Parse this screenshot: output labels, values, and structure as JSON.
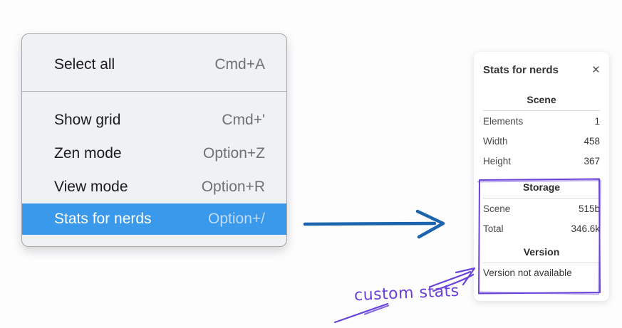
{
  "colors": {
    "menu_highlight": "#3b99eb",
    "arrow_blue": "#1c64ae",
    "annotation_purple": "#6a44d9"
  },
  "context_menu": {
    "sections": [
      {
        "items": [
          {
            "label": "Select all",
            "shortcut": "Cmd+A",
            "highlighted": false
          }
        ]
      },
      {
        "items": [
          {
            "label": "Show grid",
            "shortcut": "Cmd+'",
            "highlighted": false
          },
          {
            "label": "Zen mode",
            "shortcut": "Option+Z",
            "highlighted": false
          },
          {
            "label": "View mode",
            "shortcut": "Option+R",
            "highlighted": false
          },
          {
            "label": "Stats for nerds",
            "shortcut": "Option+/",
            "highlighted": true
          }
        ]
      }
    ]
  },
  "stats_panel": {
    "title": "Stats for nerds",
    "close_icon": "×",
    "sections": [
      {
        "header": "Scene",
        "rows": [
          [
            "Elements",
            "1"
          ],
          [
            "Width",
            "458"
          ],
          [
            "Height",
            "367"
          ]
        ]
      },
      {
        "header": "Storage",
        "rows": [
          [
            "Scene",
            "515b"
          ],
          [
            "Total",
            "346.6k"
          ]
        ]
      },
      {
        "header": "Version",
        "rows": [],
        "note": "Version not available"
      }
    ]
  },
  "annotation": {
    "label": "custom stats"
  }
}
